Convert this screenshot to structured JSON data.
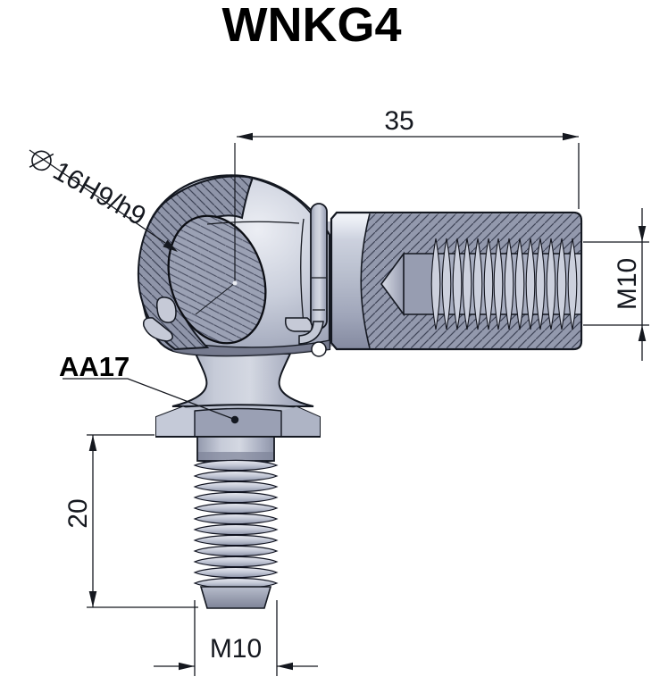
{
  "title": "WNKG4",
  "part": {
    "labels": {
      "ball_diameter_symbol": "⌀",
      "ball_diameter_value": "16H9/h9",
      "wrench_flats": "AA17"
    },
    "dimensions": {
      "overall_length": "35",
      "housing_thread": "M10",
      "stud_thread_length": "20",
      "stud_thread": "M10"
    }
  },
  "colors": {
    "background": "#ffffff",
    "outline": "#141821",
    "body_light": "#d7dbe5",
    "body_mid": "#b5bbca",
    "body_dark": "#878da2",
    "section_face": "#8f95a9",
    "hatch_line": "#3f4457"
  }
}
